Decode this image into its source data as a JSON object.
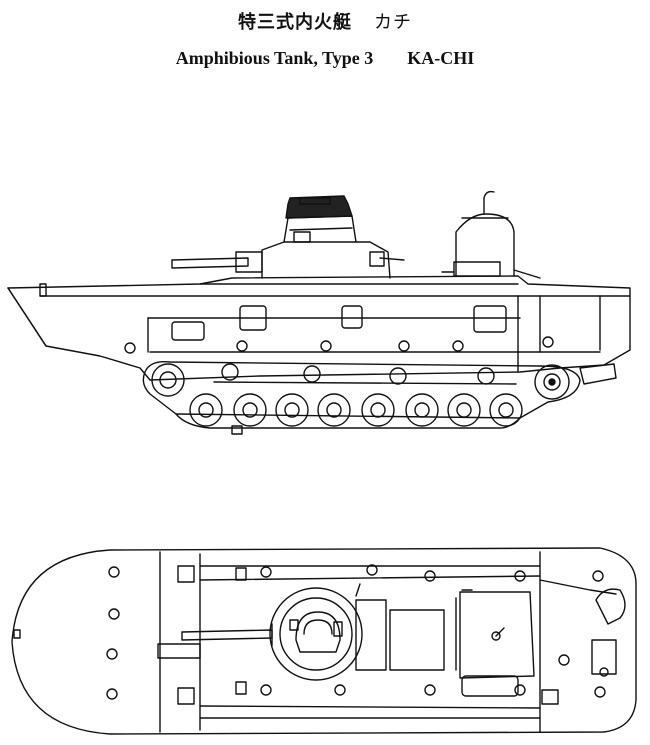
{
  "title": {
    "japanese": "特三式内火艇",
    "katakana": "カチ",
    "english": "Amphibious Tank, Type 3",
    "code": "KA-CHI"
  },
  "colors": {
    "line": "#111111",
    "background": "#ffffff"
  },
  "views": {
    "side_view": "side-elevation",
    "top_view": "plan-view"
  }
}
